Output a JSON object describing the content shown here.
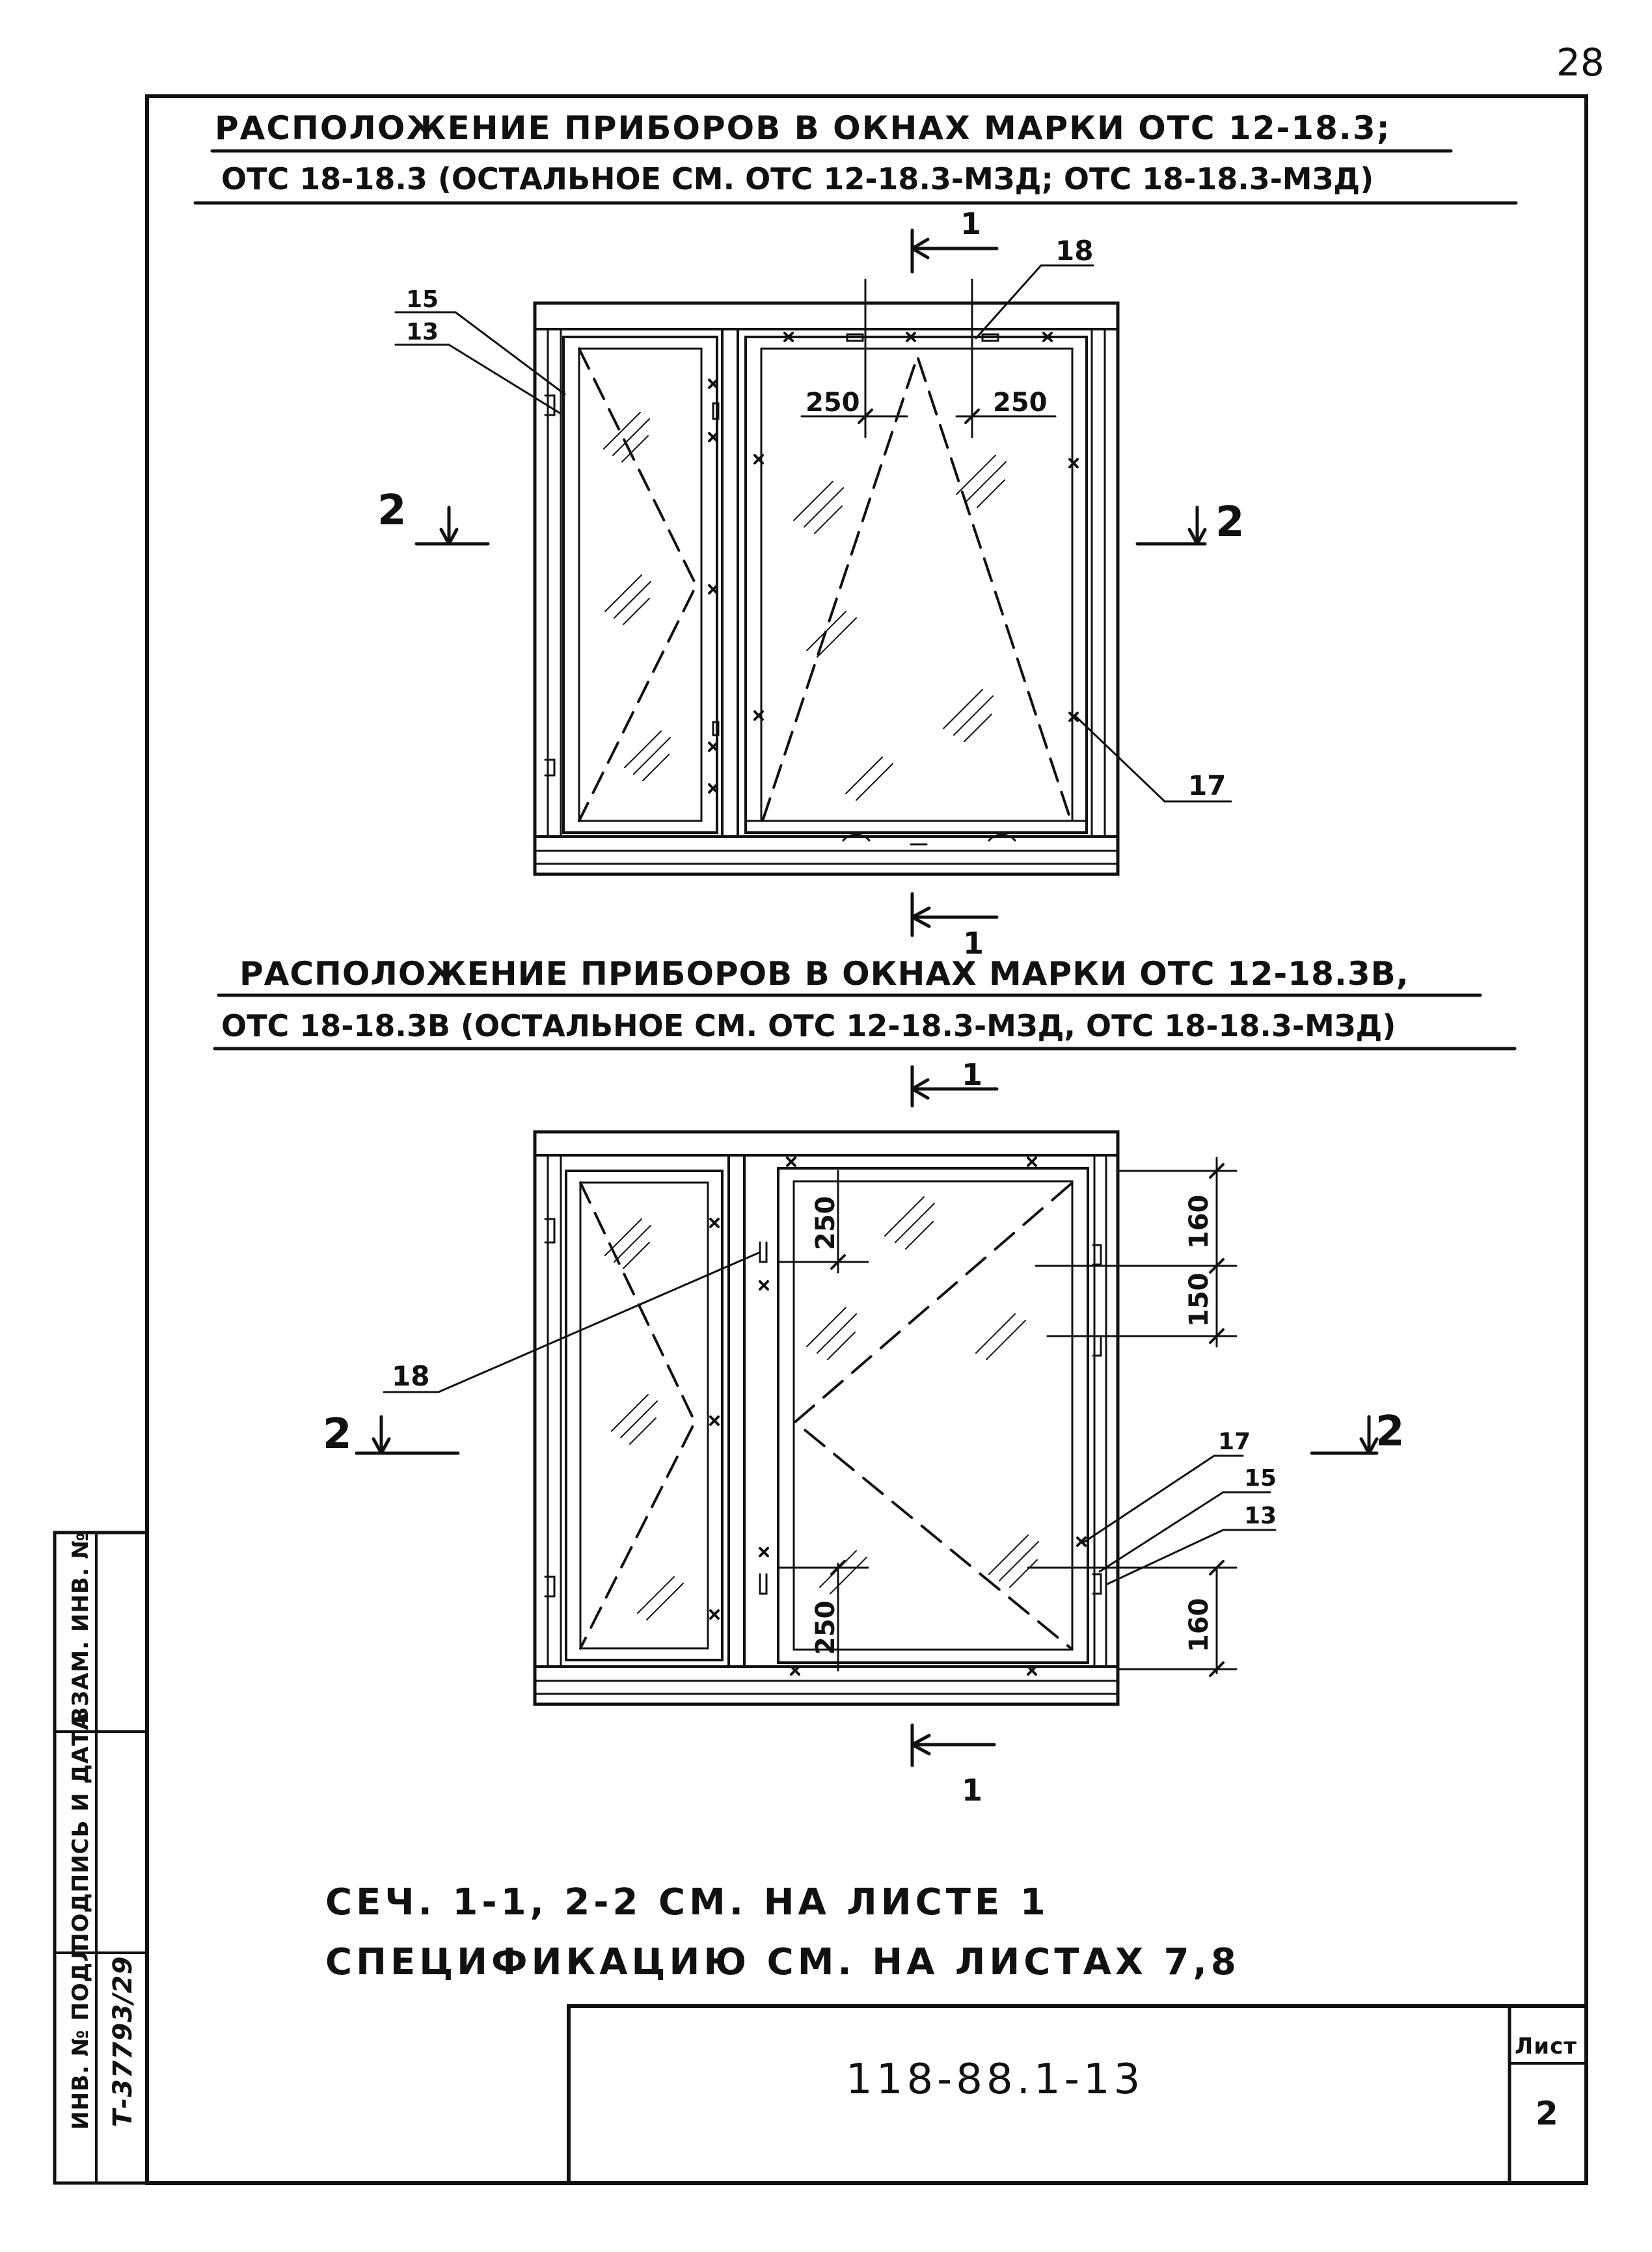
{
  "page_number": "28",
  "section1": {
    "title_line1": "Расположение приборов в окнах марки ОТС 12-18.3;",
    "title_line2": "ОТС 18-18.3 (остальное см. ОТС 12-18.3-МЗД; ОТС 18-18.3-МЗД)"
  },
  "section2": {
    "title_line1": "Расположение приборов в окнах марки ОТС 12-18.3В,",
    "title_line2": "ОТС 18-18.3В (остальное см. ОТС 12-18.3-МЗД, ОТС 18-18.3-МЗД)"
  },
  "drawing1": {
    "cut_top": "1",
    "cut_bottom": "1",
    "cut_left": "2",
    "cut_right": "2",
    "dim_left": "250",
    "dim_right": "250",
    "callouts": [
      "15",
      "13",
      "18",
      "17"
    ]
  },
  "drawing2": {
    "cut_top": "1",
    "cut_bottom": "1",
    "cut_left": "2",
    "cut_right": "2",
    "dim_top": "250",
    "dim_bottom": "250",
    "dim_right_1": "160",
    "dim_right_2": "150",
    "dim_right_3": "160",
    "callouts": [
      "18",
      "17",
      "15",
      "13"
    ]
  },
  "notes": {
    "line1": "Сеч. 1-1, 2-2 см. на листе 1",
    "line2": "Спецификацию см. на листах 7,8"
  },
  "title_block": {
    "doc_code": "118-88.1-13",
    "sheet_label": "Лист",
    "sheet_number": "2"
  },
  "side_stamp": {
    "col1": "Инв. № подл.",
    "col2": "Подпись и дата",
    "col3": "Взам. инв. №",
    "inventory_number": "Т-37793/29"
  }
}
